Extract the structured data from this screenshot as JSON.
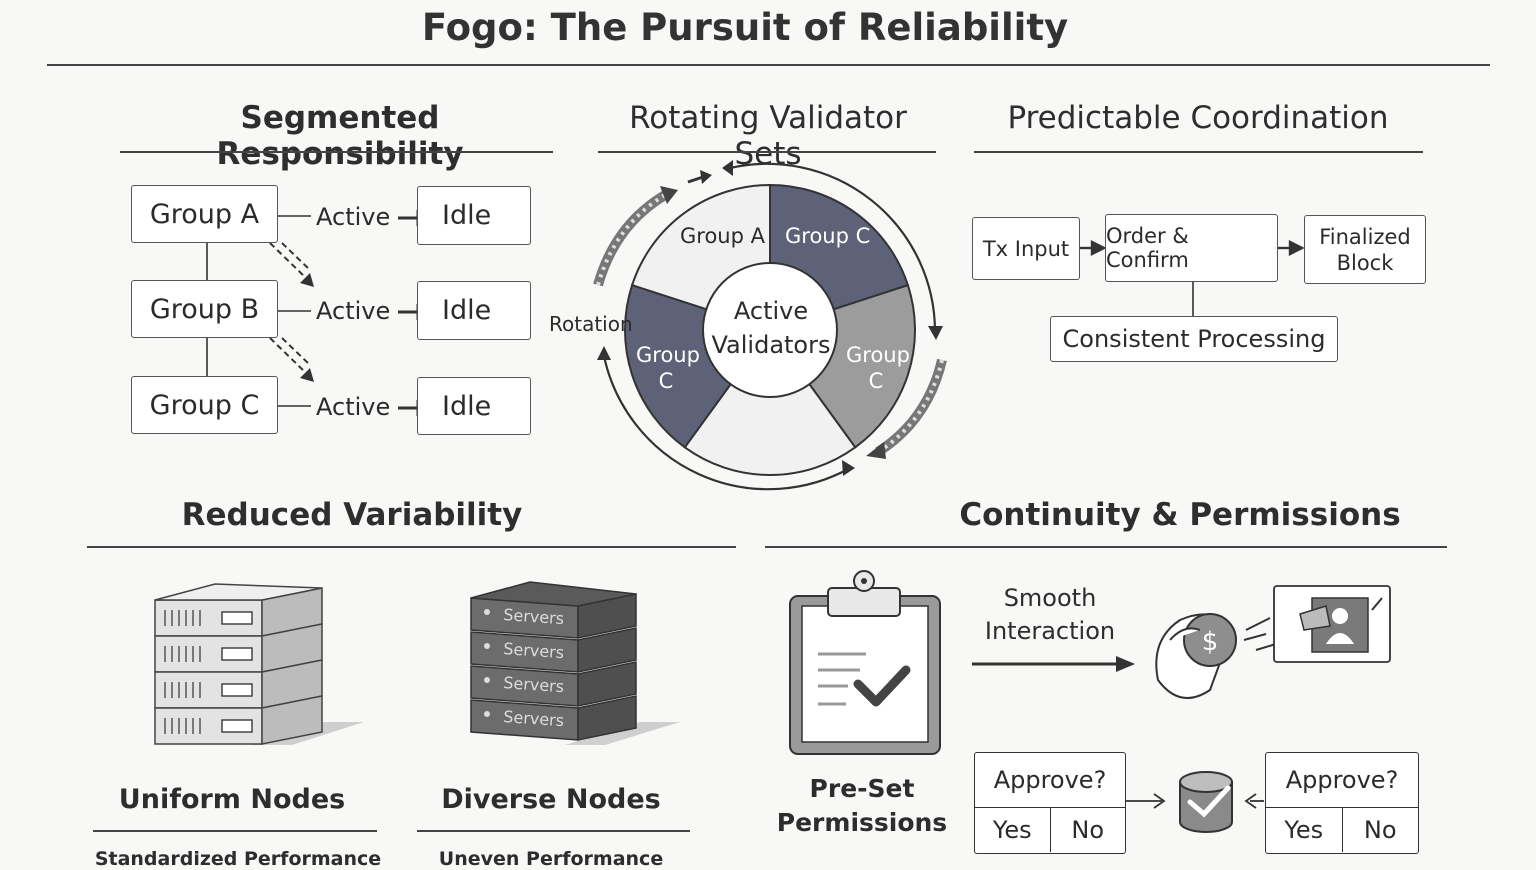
{
  "title": "Fogo: The Pursuit of Reliability",
  "segmented": {
    "title": "Segmented Responsibility",
    "rows": [
      {
        "group": "Group A",
        "state": "Active",
        "next": "Idle"
      },
      {
        "group": "Group B",
        "state": "Active",
        "next": "Idle"
      },
      {
        "group": "Group C",
        "state": "Active",
        "next": "Idle"
      }
    ]
  },
  "rotating": {
    "title": "Rotating Validator Sets",
    "center_line1": "Active",
    "center_line2": "Validators",
    "side_label": "Rotation",
    "wedges": {
      "top_left": "Group A",
      "top_right": "Group C",
      "left_line1": "Group",
      "left_line2": "C",
      "right_line1": "Group",
      "right_line2": "C"
    },
    "colors": {
      "dark": "#5d6278",
      "mid": "#9c9c9c",
      "light": "#f1f1f1"
    }
  },
  "coordination": {
    "title": "Predictable Coordination",
    "input": "Tx Input",
    "process": "Order & Confirm",
    "output_line1": "Finalized",
    "output_line2": "Block",
    "bottom": "Consistent Processing"
  },
  "variability": {
    "title": "Reduced Variability",
    "uniform": {
      "caption": "Uniform Nodes",
      "sub": "Standardized Performance"
    },
    "diverse": {
      "caption": "Diverse Nodes",
      "sub": "Uneven Performance",
      "server_label": "Servers"
    }
  },
  "continuity": {
    "title": "Continuity & Permissions",
    "preset_line1": "Pre-Set",
    "preset_line2": "Permissions",
    "smooth_line1": "Smooth",
    "smooth_line2": "Interaction",
    "approve_left": {
      "question": "Approve?",
      "yes": "Yes",
      "no": "No"
    },
    "approve_right": {
      "question": "Approve?",
      "yes": "Yes",
      "no": "No"
    }
  }
}
